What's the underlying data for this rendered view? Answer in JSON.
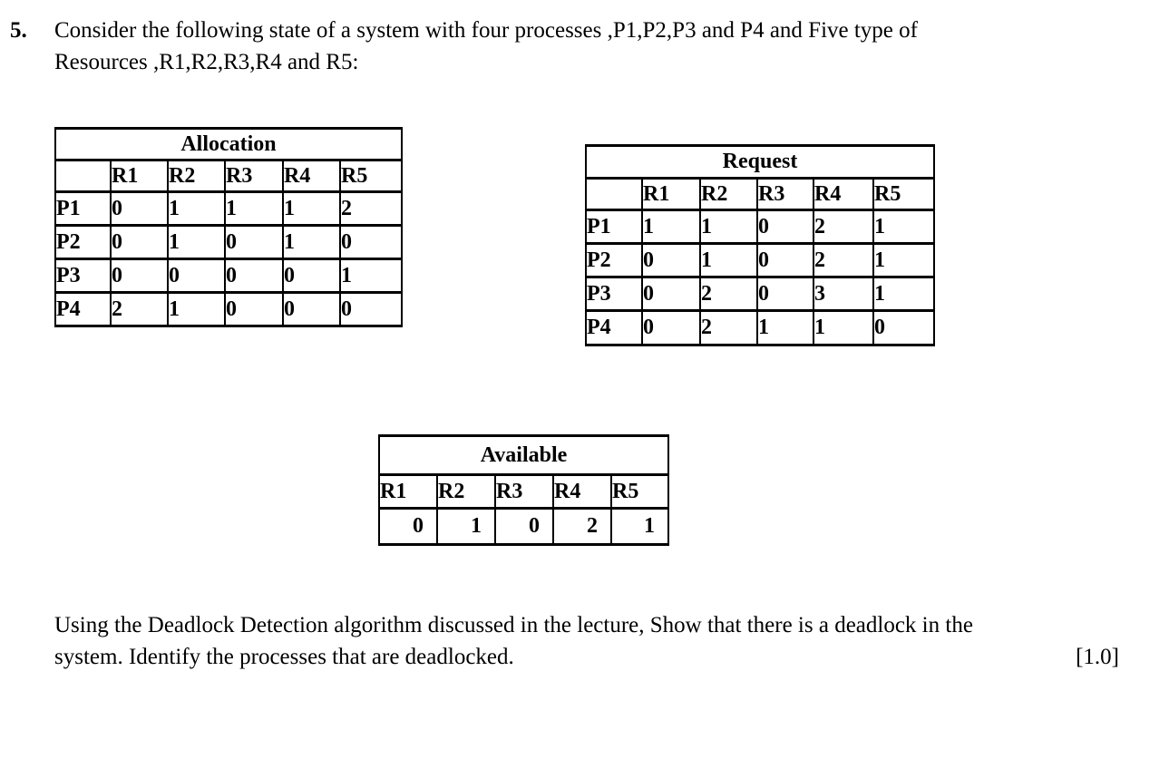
{
  "question": {
    "number": "5.",
    "line1": "Consider the following state of a system with four processes ,P1,P2,P3 and P4 and Five type of",
    "line2": "Resources ,R1,R2,R3,R4 and R5:"
  },
  "tables": {
    "allocation": {
      "title": "Allocation",
      "columns": [
        "R1",
        "R2",
        "R3",
        "R4",
        "R5"
      ],
      "rows": [
        {
          "label": "P1",
          "values": [
            0,
            1,
            1,
            1,
            2
          ]
        },
        {
          "label": "P2",
          "values": [
            0,
            1,
            0,
            1,
            0
          ]
        },
        {
          "label": "P3",
          "values": [
            0,
            0,
            0,
            0,
            1
          ]
        },
        {
          "label": "P4",
          "values": [
            2,
            1,
            0,
            0,
            0
          ]
        }
      ]
    },
    "request": {
      "title": "Request",
      "columns": [
        "R1",
        "R2",
        "R3",
        "R4",
        "R5"
      ],
      "rows": [
        {
          "label": "P1",
          "values": [
            1,
            1,
            0,
            2,
            1
          ]
        },
        {
          "label": "P2",
          "values": [
            0,
            1,
            0,
            2,
            1
          ]
        },
        {
          "label": "P3",
          "values": [
            0,
            2,
            0,
            3,
            1
          ]
        },
        {
          "label": "P4",
          "values": [
            0,
            2,
            1,
            1,
            0
          ]
        }
      ]
    },
    "available": {
      "title": "Available",
      "columns": [
        "R1",
        "R2",
        "R3",
        "R4",
        "R5"
      ],
      "values": [
        0,
        1,
        0,
        2,
        1
      ]
    }
  },
  "footer": {
    "line1": "Using the Deadlock Detection algorithm discussed in the lecture, Show that there is a deadlock in the",
    "line2": "system. Identify the processes that are deadlocked.",
    "marks": "[1.0]"
  },
  "colors": {
    "text": "#000000",
    "background": "#ffffff",
    "table_border": "#000000"
  }
}
